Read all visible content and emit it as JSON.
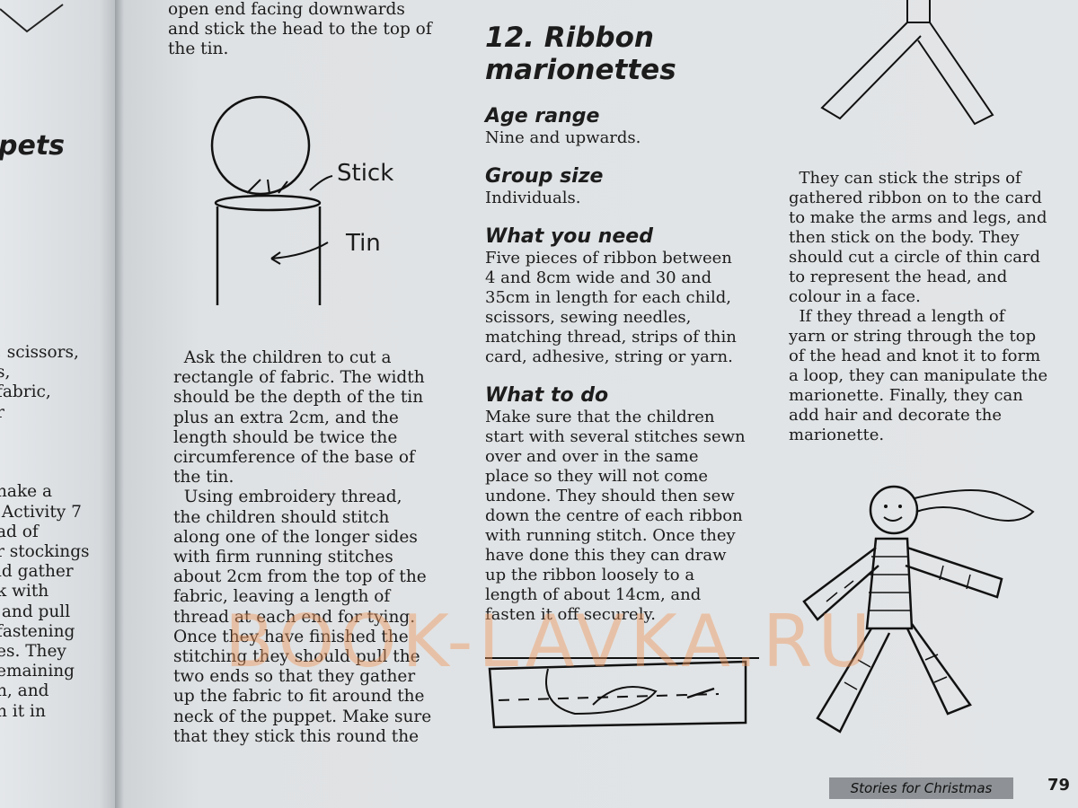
{
  "left_page": {
    "heading_fragment": "pets",
    "text": [
      ", scissors,",
      "s,",
      "fabric,",
      "r",
      "",
      "",
      "",
      "nake a",
      " Activity 7",
      "ad of",
      "r stockings",
      "ld gather",
      "k with",
      " and pull",
      "fastening",
      "es. They",
      "emaining",
      "n, and",
      "n it in"
    ]
  },
  "column1": {
    "top_text": "open end facing downwards\nand stick the head to the top of\nthe tin.",
    "figure_labels": {
      "stick": "Stick",
      "tin": "Tin"
    },
    "body": "  Ask the children to cut a\nrectangle of fabric. The width\nshould be the depth of the tin\nplus an extra 2cm, and the\nlength should be twice the\ncircumference of the base of\nthe tin.\n  Using embroidery thread,\nthe children should stitch\nalong one of the longer sides\nwith firm running stitches\nabout 2cm from the top of the\nfabric, leaving a length of\nthread at each end for tying.\nOnce they have finished the\nstitching they should pull the\ntwo ends so that they gather\nup the fabric to fit around the\nneck of the puppet. Make sure\nthat they stick this round the"
  },
  "column2": {
    "title": "12. Ribbon\nmarionettes",
    "sections": [
      {
        "heading": "Age range",
        "text": "Nine and upwards."
      },
      {
        "heading": "Group size",
        "text": "Individuals."
      },
      {
        "heading": "What you need",
        "text": "Five pieces of ribbon between\n4 and 8cm wide and 30 and\n35cm in length for each child,\nscissors, sewing needles,\nmatching thread, strips of thin\ncard, adhesive, string or yarn."
      },
      {
        "heading": "What to do",
        "text": "Make sure that the children\nstart with several stitches sewn\nover and over in the same\nplace so they will not come\nundone. They should then sew\ndown the centre of each ribbon\nwith running stitch. Once they\nhave done this they can draw\nup the ribbon loosely to a\nlength of about 14cm, and\nfasten it off securely."
      }
    ]
  },
  "column3": {
    "text": "  They can stick the strips of\ngathered ribbon on to the card\nto make the arms and legs, and\nthen stick on the body. They\nshould cut a circle of thin card\nto represent the head, and\ncolour in a face.\n  If they thread a length of\nyarn or string through the top\nof the head and knot it to form\na loop, they can manipulate the\nmarionette. Finally, they can\nadd hair and decorate the\nmarionette."
  },
  "footer": {
    "section": "Stories for Christmas",
    "page_number": "79"
  },
  "watermark": "BOOK-LAVKA.RU"
}
